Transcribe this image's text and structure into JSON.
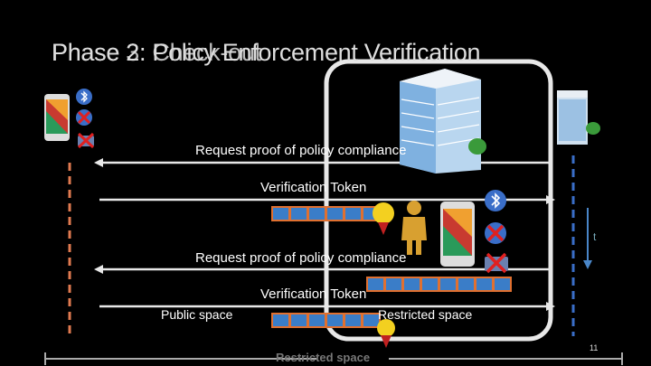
{
  "slide": {
    "title_a": "Phase 2: Policy Enforcement Verification",
    "title_b": "Phase 3: Check-out",
    "page_number": "11"
  },
  "messages": {
    "request1": "Request  proof of policy compliance",
    "token1": "Verification Token",
    "request2": "Request  proof of policy compliance",
    "token2": "Verification Token"
  },
  "spaces": {
    "public": "Public space",
    "restricted": "Restricted space",
    "restricted_footer": "Restricted space"
  },
  "timeline": {
    "label": "t"
  },
  "colors": {
    "public_lifeline": "#e07a50",
    "restricted_lifeline": "#3a6ec8",
    "token_blue": "#3a7dc8",
    "token_orange": "#e07030"
  },
  "icons": [
    "smartphone-icon",
    "bluetooth-icon",
    "camera-disabled-icon",
    "building-icon",
    "guard-icon",
    "medal-icon"
  ]
}
